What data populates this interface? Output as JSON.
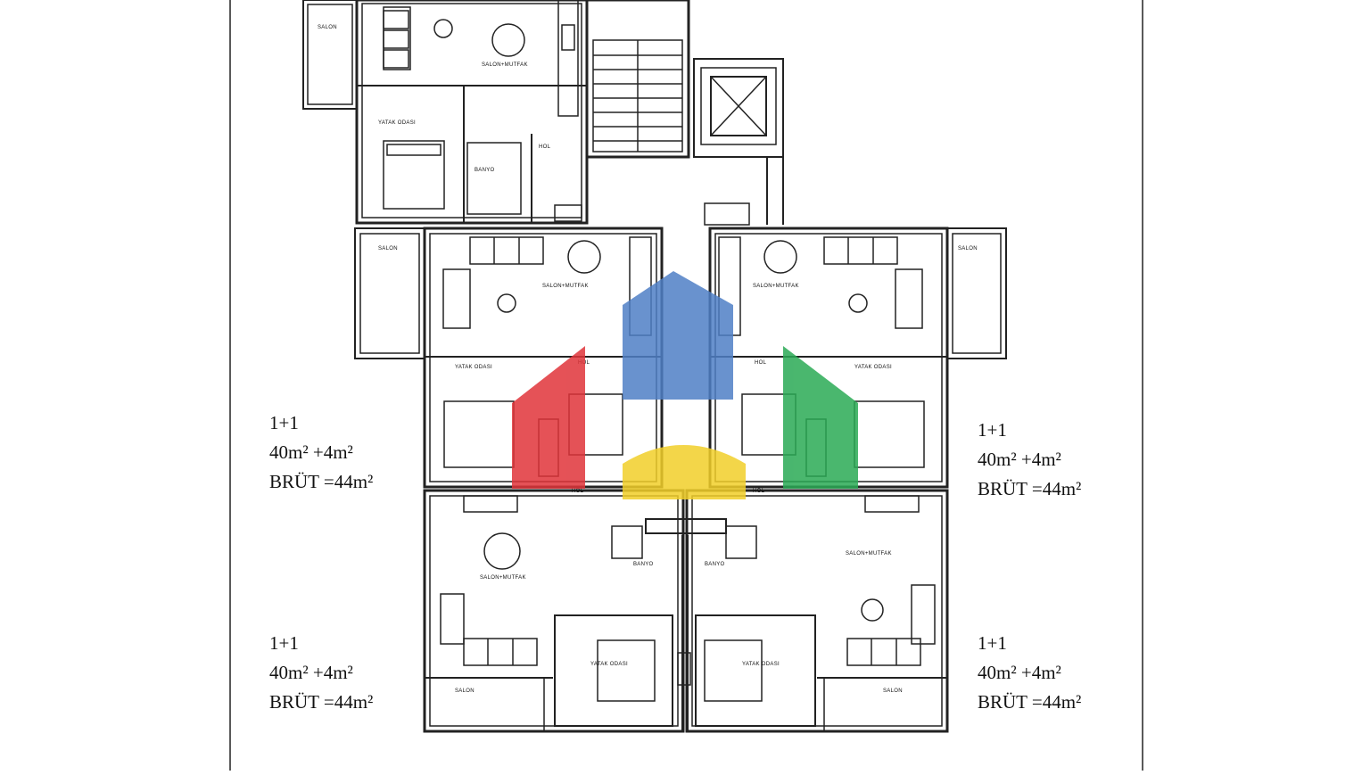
{
  "rooms": {
    "salon_mutfak": "SALON+MUTFAK",
    "yatak_odasi": "YATAK ODASI",
    "hol": "HOL",
    "banyo": "BANYO",
    "salon": "SALON"
  },
  "unit_labels": [
    {
      "type": "1+1",
      "area": "40m² +4m²",
      "gross": "BRÜT =44m²"
    },
    {
      "type": "1+1",
      "area": "40m² +4m²",
      "gross": "BRÜT =44m²"
    },
    {
      "type": "1+1",
      "area": "40m² +4m²",
      "gross": "BRÜT =44m²"
    },
    {
      "type": "1+1",
      "area": "40m² +4m²",
      "gross": "BRÜT =44m²"
    }
  ],
  "logo": {
    "colors": {
      "blue": "#4f7fc6",
      "red": "#e0343a",
      "green": "#2aaa55",
      "yellow": "#f2cf2a"
    }
  }
}
